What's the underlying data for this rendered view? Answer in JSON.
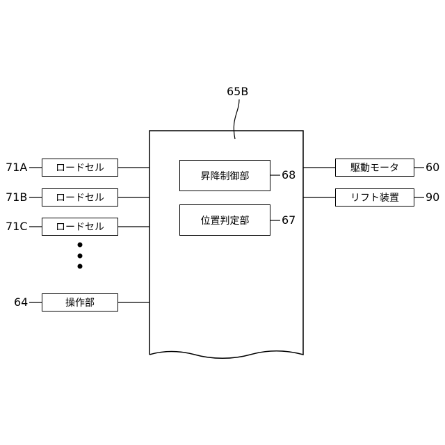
{
  "controller": {
    "ref": "65B",
    "blocks": [
      {
        "label": "昇降制御部",
        "ref": "68"
      },
      {
        "label": "位置判定部",
        "ref": "67"
      }
    ]
  },
  "inputs": [
    {
      "label": "ロードセル",
      "ref": "71A"
    },
    {
      "label": "ロードセル",
      "ref": "71B"
    },
    {
      "label": "ロードセル",
      "ref": "71C"
    },
    {
      "label": "操作部",
      "ref": "64"
    }
  ],
  "outputs": [
    {
      "label": "駆動モータ",
      "ref": "60"
    },
    {
      "label": "リフト装置",
      "ref": "90"
    }
  ]
}
